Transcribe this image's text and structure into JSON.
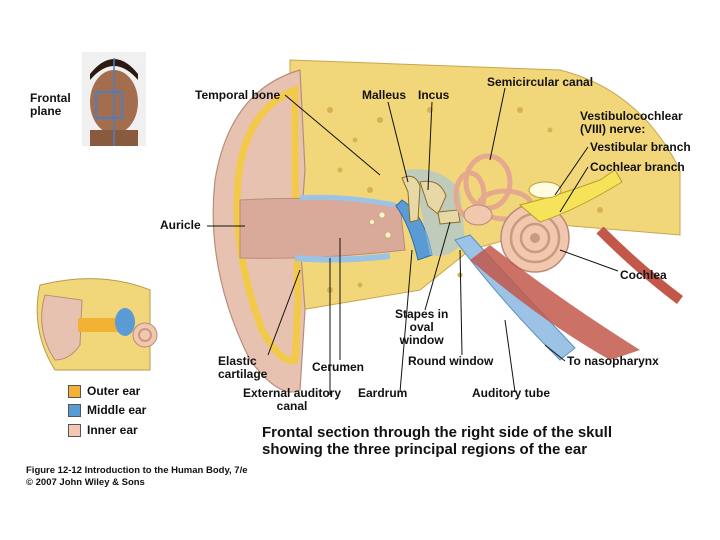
{
  "labels": {
    "frontal_plane": "Frontal\nplane",
    "temporal_bone": "Temporal bone",
    "malleus": "Malleus",
    "incus": "Incus",
    "semicircular_canal": "Semicircular canal",
    "vestibulocochlear": "Vestibulocochlear\n(VIII) nerve:",
    "vestibular_branch": "Vestibular branch",
    "cochlear_branch": "Cochlear branch",
    "auricle": "Auricle",
    "cochlea": "Cochlea",
    "stapes": "Stapes in\noval\nwindow",
    "elastic_cartilage": "Elastic\ncartilage",
    "cerumen": "Cerumen",
    "round_window": "Round window",
    "to_nasopharynx": "To nasopharynx",
    "external_auditory_canal": "External auditory\ncanal",
    "eardrum": "Eardrum",
    "auditory_tube": "Auditory tube"
  },
  "legend": [
    {
      "label": "Outer ear",
      "color": "#f3b233"
    },
    {
      "label": "Middle ear",
      "color": "#5b9bd5"
    },
    {
      "label": "Inner ear",
      "color": "#f4c6b4"
    }
  ],
  "caption": "Frontal section through the right side of the skull\nshowing the three principal regions of the ear",
  "figure_credit": {
    "line1": "Figure 12-12  Introduction to the Human Body, 7/e",
    "line2": "© 2007 John Wiley & Sons"
  },
  "colors": {
    "bone": "#f2d77a",
    "cartilage": "#f3c94a",
    "skin": "#e8c2b0",
    "middle_ear": "#9cc3e6",
    "inner_ear": "#f1c7ae",
    "nerve": "#f7e35a",
    "muscle": "#c2584a"
  }
}
